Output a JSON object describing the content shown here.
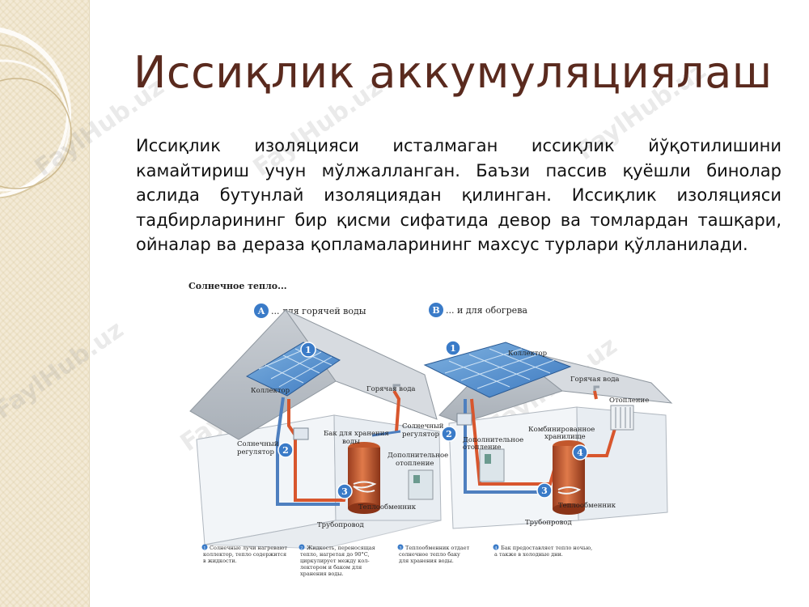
{
  "slide": {
    "title": "Иссиқлик аккумуляциялаш",
    "paragraph": "Иссиқлик изоляцияси исталмаган иссиқлик йўқотилишини камайтириш учун мўлжалланган. Баъзи пассив қуёшли бинолар аслида бутунлай изоляциядан қилинган. Иссиқлик изоляцияси тадбирларининг бир қисми сифатида девор ва томлардан ташқари, ойналар ва дераза қопламаларининг махсус турлари қўлланилади."
  },
  "watermark": {
    "text": "FaylHub.uz"
  },
  "figure": {
    "heading": "Солнечное тепло...",
    "badge_a": "A",
    "badge_b": "B",
    "label_a": "... для горячей воды",
    "label_b": "... и для обогрева",
    "left": {
      "collector": "Коллектор",
      "hot_water": "Горячая вода",
      "solar_regulator": [
        "Солнечный",
        "регулятор"
      ],
      "storage_tank": [
        "Бак для хранения",
        "воды"
      ],
      "solar_regulator_right": [
        "Солнечный",
        "регулятор"
      ],
      "extra_heating": [
        "Дополнительное",
        "отопление"
      ],
      "heat_exchanger": "Теплообменник",
      "pipeline": "Трубопровод"
    },
    "right": {
      "collector": "Коллектор",
      "hot_water": "Горячая вода",
      "heating": "Отопление",
      "extra_heating": [
        "Дополнительное",
        "отопление"
      ],
      "combined_storage": [
        "Комбинированное",
        "хранилище"
      ],
      "heat_exchanger": "Теплообменник",
      "pipeline": "Трубопровод"
    },
    "badges": [
      "1",
      "2",
      "3",
      "4"
    ],
    "notes": [
      {
        "num": "1",
        "lines": [
          "Солнечные лучи нагревают",
          "коллектор, тепло содержится",
          "в жидкости."
        ]
      },
      {
        "num": "2",
        "lines": [
          "Жидкость, переносящая",
          "тепло, нагретая до 90°C,",
          "циркулирует между кол-",
          "лектором и баком для",
          "хранения воды."
        ]
      },
      {
        "num": "3",
        "lines": [
          "Теплообменник отдает",
          "солнечное тепло баку",
          "для хранения воды."
        ]
      },
      {
        "num": "4",
        "lines": [
          "Бак предоставляет тепло ночью,",
          "а также в холодные дни."
        ]
      }
    ]
  }
}
